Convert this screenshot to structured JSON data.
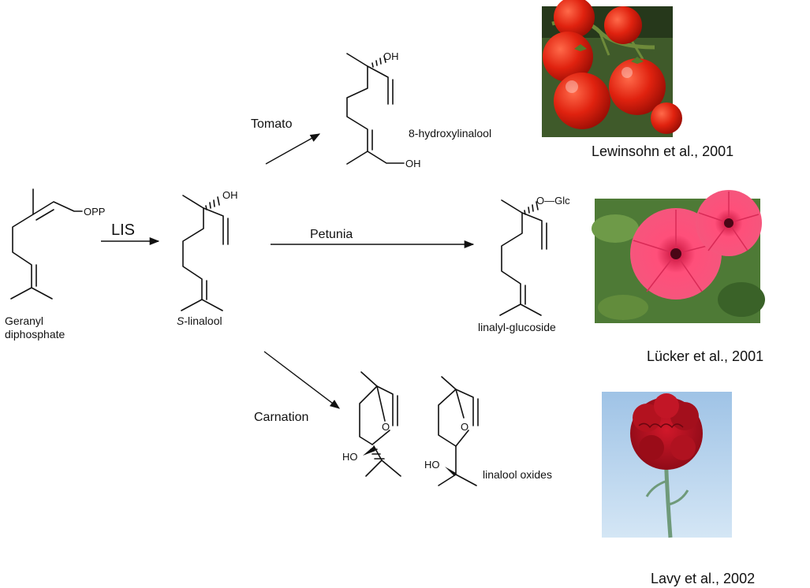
{
  "enzyme": "LIS",
  "compounds": {
    "gpp_line1": "Geranyl",
    "gpp_line2": "diphosphate",
    "gpp_group": "OPP",
    "linalool_prefix": "S",
    "linalool_name": "-linalool",
    "hydroxy_name": "8-hydroxylinalool",
    "glucoside_name": "linalyl-glucoside",
    "glc_group": "O—Glc",
    "oxides_name": "linalool oxides",
    "oh": "OH",
    "ho": "HO",
    "o": "O"
  },
  "plants": {
    "tomato": "Tomato",
    "petunia": "Petunia",
    "carnation": "Carnation"
  },
  "citations": {
    "tomato": "Lewinsohn et al., 2001",
    "petunia": "Lücker et al., 2001",
    "carnation": "Lavy et al., 2002"
  },
  "photos": {
    "tomato": "tomato-photo",
    "petunia": "petunia-photo",
    "carnation": "carnation-photo"
  }
}
